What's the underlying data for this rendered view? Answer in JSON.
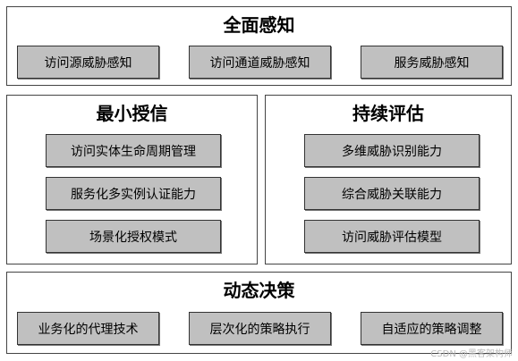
{
  "panels": {
    "perception": {
      "title": "全面感知",
      "items": [
        "访问源威胁感知",
        "访问通道威胁感知",
        "服务威胁感知"
      ]
    },
    "least_privilege": {
      "title": "最小授信",
      "items": [
        "访问实体生命周期管理",
        "服务化多实例认证能力",
        "场景化授权模式"
      ]
    },
    "continuous_eval": {
      "title": "持续评估",
      "items": [
        "多维威胁识别能力",
        "综合威胁关联能力",
        "访问威胁评估模型"
      ]
    },
    "dynamic_decision": {
      "title": "动态决策",
      "items": [
        "业务化的代理技术",
        "层次化的策略执行",
        "自适应的策略调整"
      ]
    }
  },
  "watermark": "CSDN @黑客架构师"
}
